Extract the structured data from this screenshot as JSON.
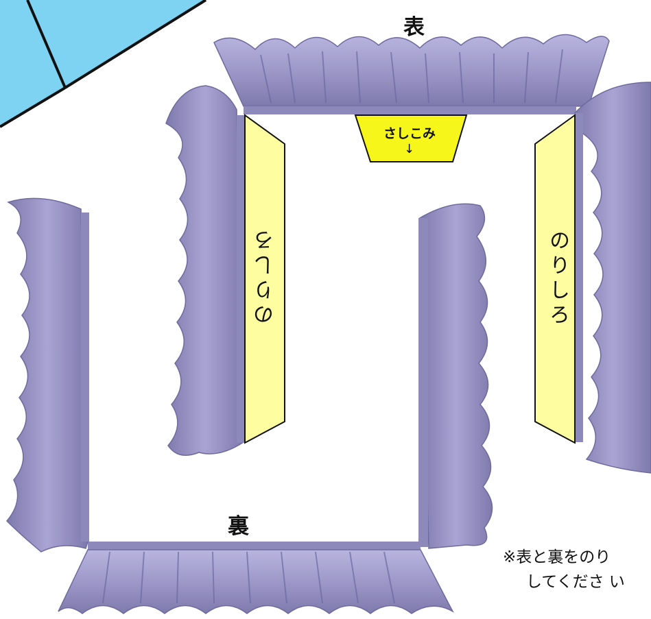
{
  "labels": {
    "front": "表",
    "back": "裏",
    "insert": "さしこみ",
    "arrow": "↓",
    "glue_left": "のりしろ",
    "glue_right": "のりしろ"
  },
  "note": {
    "line1": "※表と裏をのり",
    "line2": "してくださ い"
  },
  "colors": {
    "frill": "#9d98c8",
    "frill_dark": "#6e6a9e",
    "glue_tab": "#fefea0",
    "insert_tab": "#f6f61a",
    "sky": "#7ed3f2"
  }
}
